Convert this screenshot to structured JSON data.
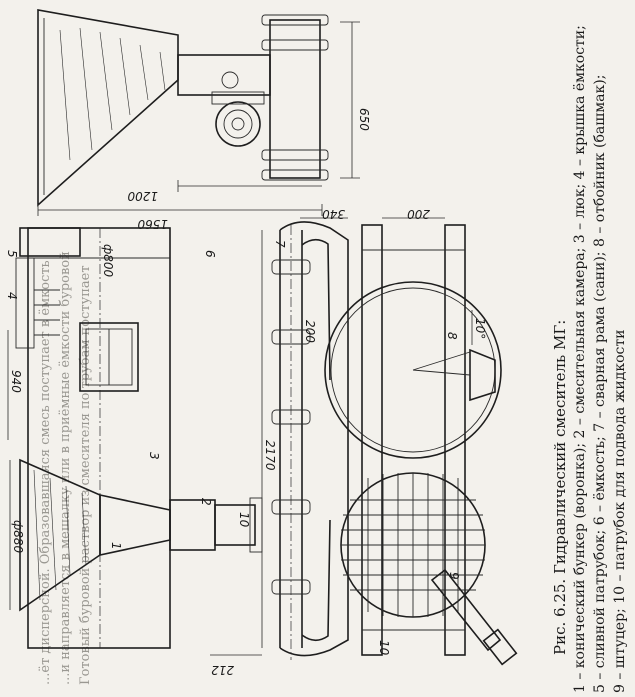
{
  "caption": {
    "title": "Рис. 6.25. Гидравлический смеситель МГ:",
    "line1": "1 – конический бункер (воронка); 2 – смесительная камера; 3 – люк; 4 – крышка ёмкости;",
    "line2": "5 – сливной патрубок; 6 – ёмкость; 7 – сварная рама (сани); 8 – отбойник (башмак);",
    "line3": "9 – штуцер; 10 – патрубок для подвода жидкости"
  },
  "dimensions": {
    "d880": "ф880",
    "d940": "940",
    "d800": "ф800",
    "d2170": "2170",
    "d212": "212",
    "d340": "340",
    "d200a": "200",
    "d200b": "200",
    "d1200": "1200",
    "d1560": "1560",
    "d650": "650",
    "angle": "10°"
  },
  "callouts": {
    "n1": "1",
    "n2": "2",
    "n3": "3",
    "n4": "4",
    "n5": "5",
    "n6": "6",
    "n7": "7",
    "n8": "8",
    "n9": "9",
    "n10": "10"
  },
  "background_text": {
    "top": "...ёт дисперсной. Образовавшаяся смесь поступает в ёмкость",
    "a": "...и направляется в мешалку или в приёмные ёмкости буровой",
    "b": "Готовый буровой раствор из смесителя по трубам поступает"
  }
}
